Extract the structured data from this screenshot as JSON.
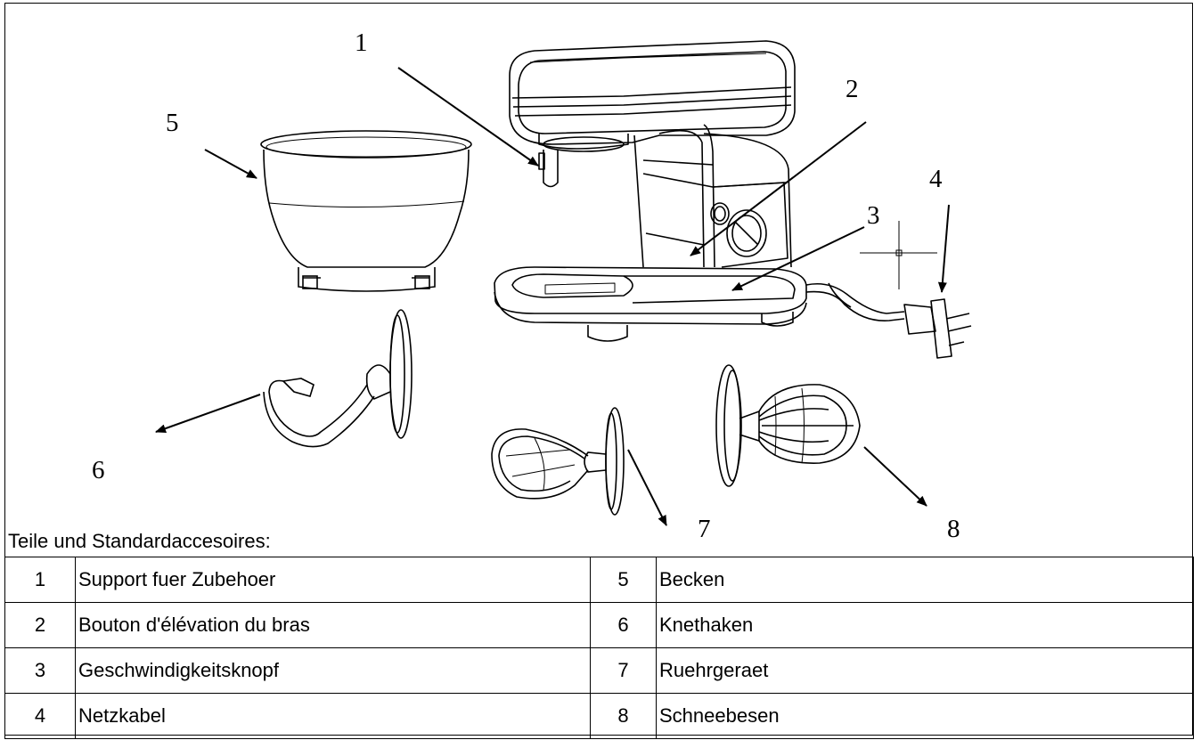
{
  "callouts": {
    "c1": "1",
    "c2": "2",
    "c3": "3",
    "c4": "4",
    "c5": "5",
    "c6": "6",
    "c7": "7",
    "c8": "8"
  },
  "caption": "Teile und Standardaccesoires:",
  "legend": {
    "rows": [
      {
        "n1": "1",
        "l1": "Support fuer Zubehoer",
        "n2": "5",
        "l2": "Becken"
      },
      {
        "n1": "2",
        "l1": "Bouton d'élévation du bras",
        "n2": "6",
        "l2": "Knethaken"
      },
      {
        "n1": "3",
        "l1": "Geschwindigkeitsknopf",
        "n2": "7",
        "l2": "Ruehrgeraet"
      },
      {
        "n1": "4",
        "l1": "Netzkabel",
        "n2": "8",
        "l2": "Schneebesen"
      }
    ]
  }
}
